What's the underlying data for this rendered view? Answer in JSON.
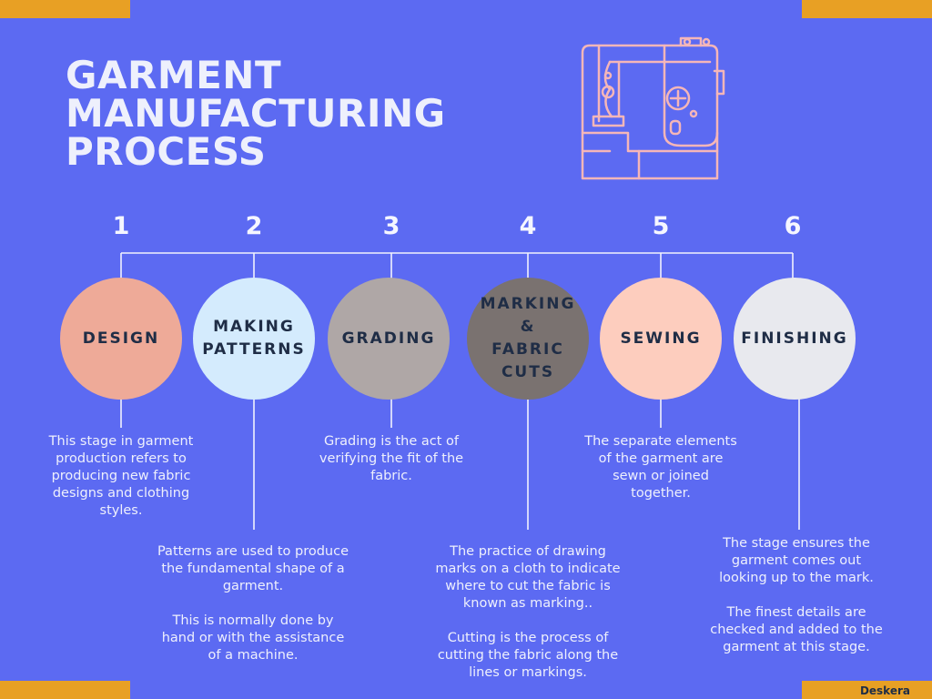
{
  "title": {
    "line1": "GARMENT",
    "line2": "MANUFACTURING",
    "line3": "PROCESS"
  },
  "illustration": {
    "icon": "sewing-machine-icon",
    "stroke_color": "#f5b6b8"
  },
  "colors": {
    "background": "#5c6af2",
    "accent": "#e8a024",
    "label_text": "#1f2d46",
    "lines": "#f1f2fd"
  },
  "steps": [
    {
      "number": "1",
      "label": "DESIGN",
      "color": "#eeaa98",
      "paragraphs": [
        "This stage in garment production refers to producing new fabric designs and clothing styles."
      ]
    },
    {
      "number": "2",
      "label": "MAKING\nPATTERNS",
      "color": "#d4ebfd",
      "paragraphs": [
        "Patterns are used to produce the fundamental shape of a garment.",
        "This is normally done by hand or with the assistance of a machine."
      ]
    },
    {
      "number": "3",
      "label": "GRADING",
      "color": "#afa7a6",
      "paragraphs": [
        "Grading is the act of verifying the fit of the fabric."
      ]
    },
    {
      "number": "4",
      "label": "MARKING\n&\nFABRIC\nCUTS",
      "color": "#7a7270",
      "paragraphs": [
        "The practice of drawing marks on a cloth to indicate where to cut the fabric is known as marking..",
        "Cutting is the process of cutting the fabric along the lines or markings."
      ]
    },
    {
      "number": "5",
      "label": "SEWING",
      "color": "#fdcdbe",
      "paragraphs": [
        "The separate elements of the garment are sewn or joined together."
      ]
    },
    {
      "number": "6",
      "label": "FINISHING",
      "color": "#e8e9ee",
      "paragraphs": [
        "The stage ensures the garment comes out looking up to the mark.",
        "The finest details are checked and added to the garment at this stage."
      ]
    }
  ],
  "brand": "Deskera"
}
